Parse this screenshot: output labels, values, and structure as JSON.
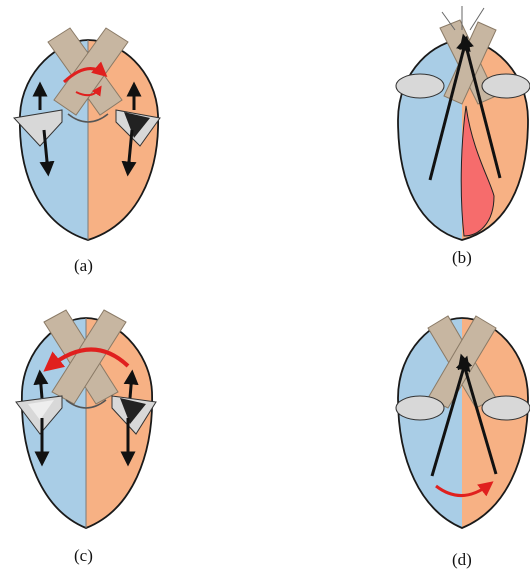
{
  "panels": [
    {
      "id": "a",
      "caption": "(a)"
    },
    {
      "id": "b",
      "caption": "(b)"
    },
    {
      "id": "c",
      "caption": "(c)"
    },
    {
      "id": "d",
      "caption": "(d)"
    }
  ],
  "colors": {
    "left_ventricle": "#a9cde6",
    "right_ventricle": "#f7b184",
    "muscle_band": "#c7b6a1",
    "outflow_region": "#f66c6c",
    "rotation_arrow": "#e0201e",
    "flow_arrow": "#111111",
    "valve": "#d8d8d8",
    "outline": "#1a1a1a"
  }
}
